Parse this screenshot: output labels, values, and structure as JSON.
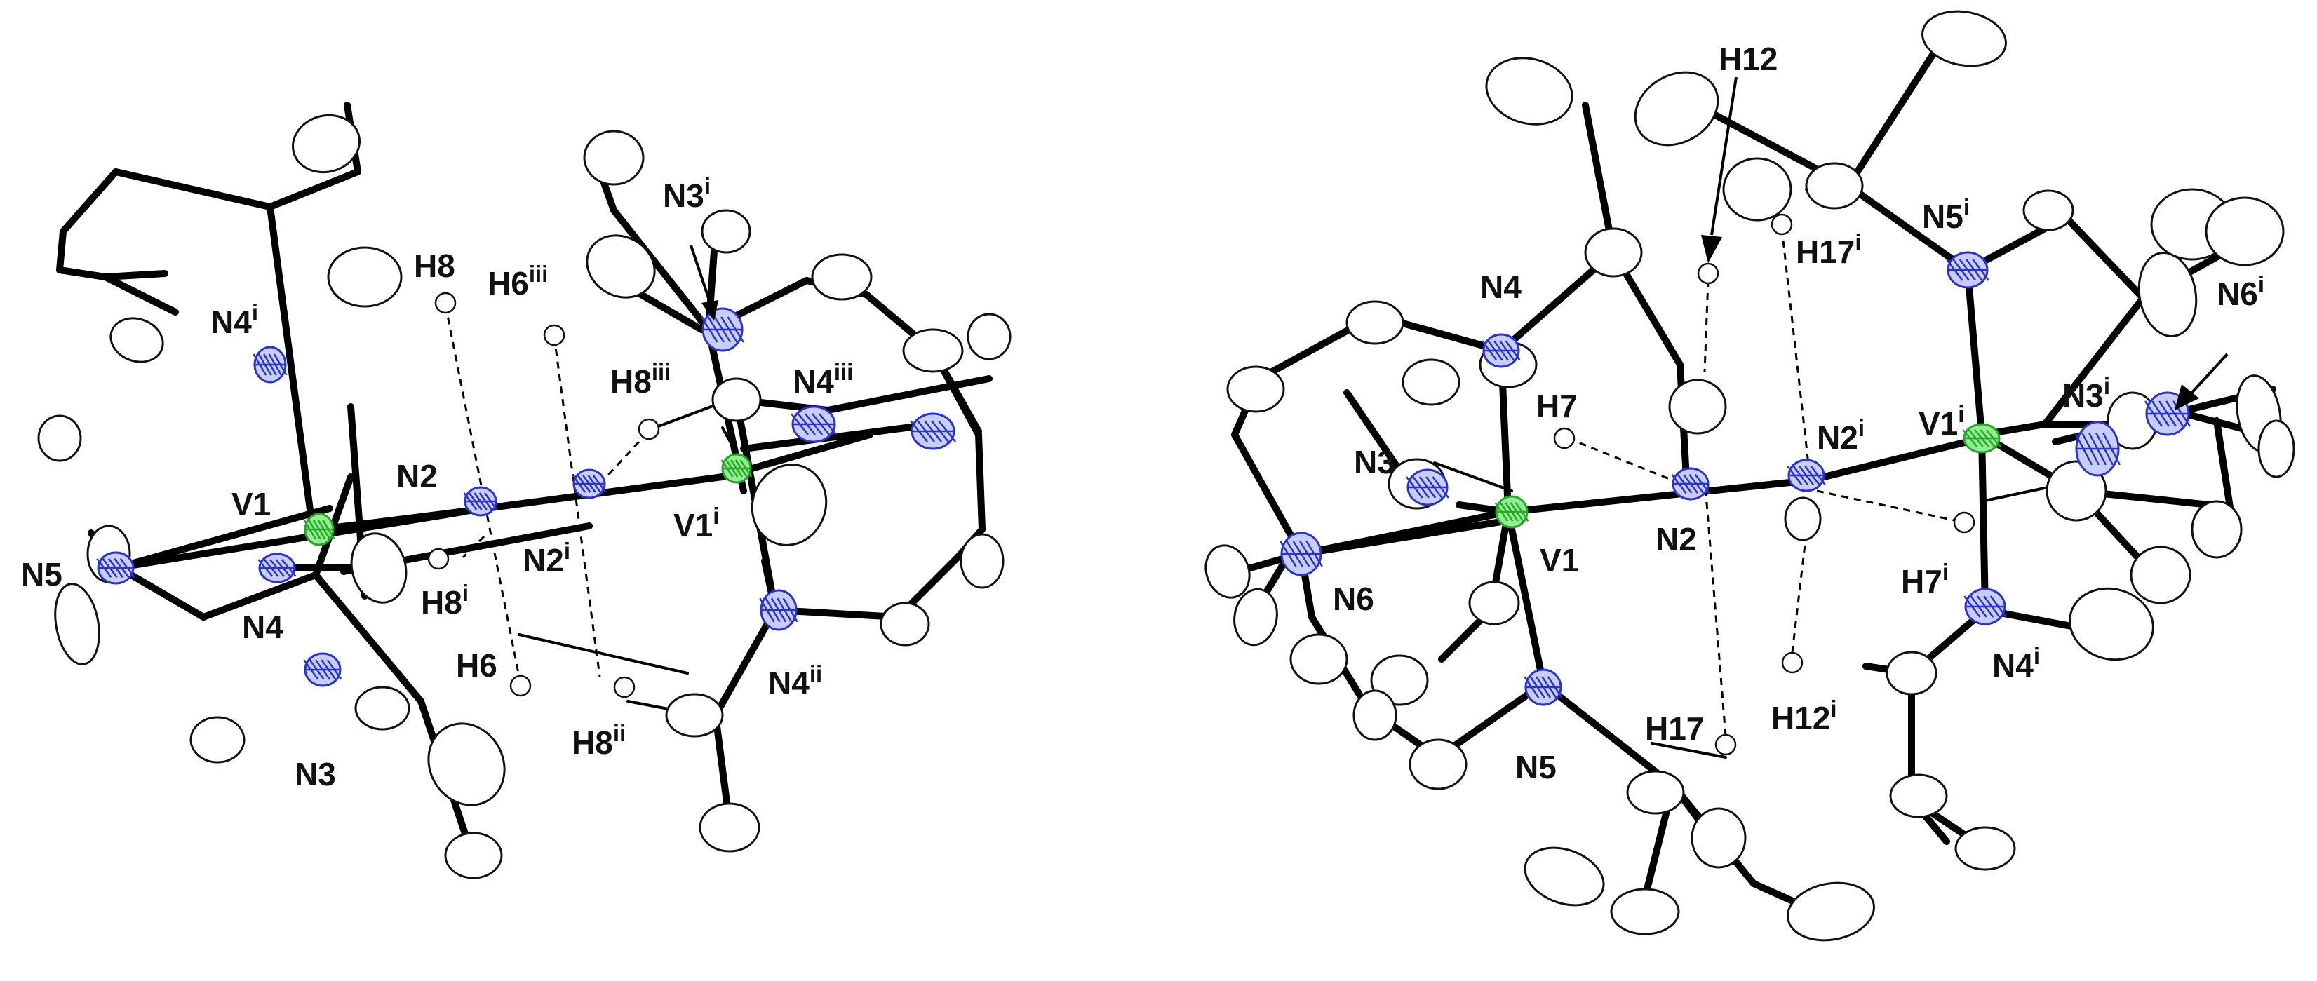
{
  "left_panel": {
    "labels": [
      {
        "key": "N4i",
        "base": "N4",
        "sup": "i"
      },
      {
        "key": "H8",
        "base": "H8",
        "sup": ""
      },
      {
        "key": "H6iii",
        "base": "H6",
        "sup": "iii"
      },
      {
        "key": "N3i",
        "base": "N3",
        "sup": "i"
      },
      {
        "key": "H8iii",
        "base": "H8",
        "sup": "iii"
      },
      {
        "key": "N4iii",
        "base": "N4",
        "sup": "iii"
      },
      {
        "key": "V1",
        "base": "V1",
        "sup": ""
      },
      {
        "key": "N2",
        "base": "N2",
        "sup": ""
      },
      {
        "key": "N2i",
        "base": "N2",
        "sup": "i"
      },
      {
        "key": "V1i",
        "base": "V1",
        "sup": "i"
      },
      {
        "key": "N5",
        "base": "N5",
        "sup": ""
      },
      {
        "key": "H8i",
        "base": "H8",
        "sup": "i"
      },
      {
        "key": "N4",
        "base": "N4",
        "sup": ""
      },
      {
        "key": "H6",
        "base": "H6",
        "sup": ""
      },
      {
        "key": "N4ii",
        "base": "N4",
        "sup": "ii"
      },
      {
        "key": "H8ii",
        "base": "H8",
        "sup": "ii"
      },
      {
        "key": "N3",
        "base": "N3",
        "sup": ""
      }
    ]
  },
  "right_panel": {
    "labels": [
      {
        "key": "H12",
        "base": "H12",
        "sup": ""
      },
      {
        "key": "H17i",
        "base": "H17",
        "sup": "i"
      },
      {
        "key": "N5i",
        "base": "N5",
        "sup": "i"
      },
      {
        "key": "N4",
        "base": "N4",
        "sup": ""
      },
      {
        "key": "N6i",
        "base": "N6",
        "sup": "i"
      },
      {
        "key": "H7",
        "base": "H7",
        "sup": ""
      },
      {
        "key": "N2i",
        "base": "N2",
        "sup": "i"
      },
      {
        "key": "V1i",
        "base": "V1",
        "sup": "i"
      },
      {
        "key": "N3i",
        "base": "N3",
        "sup": "i"
      },
      {
        "key": "N3",
        "base": "N3",
        "sup": ""
      },
      {
        "key": "V1",
        "base": "V1",
        "sup": ""
      },
      {
        "key": "N2",
        "base": "N2",
        "sup": ""
      },
      {
        "key": "N6",
        "base": "N6",
        "sup": ""
      },
      {
        "key": "H7i",
        "base": "H7",
        "sup": "i"
      },
      {
        "key": "N4i",
        "base": "N4",
        "sup": "i"
      },
      {
        "key": "H17",
        "base": "H17",
        "sup": ""
      },
      {
        "key": "H12i",
        "base": "H12",
        "sup": "i"
      },
      {
        "key": "N5",
        "base": "N5",
        "sup": ""
      }
    ]
  },
  "colors": {
    "vanadium": "#8ef08e",
    "nitrogen": "#c9cdfb",
    "nitrogen_outline": "#2a34c8",
    "carbon": "#ffffff",
    "bond": "#000000"
  }
}
